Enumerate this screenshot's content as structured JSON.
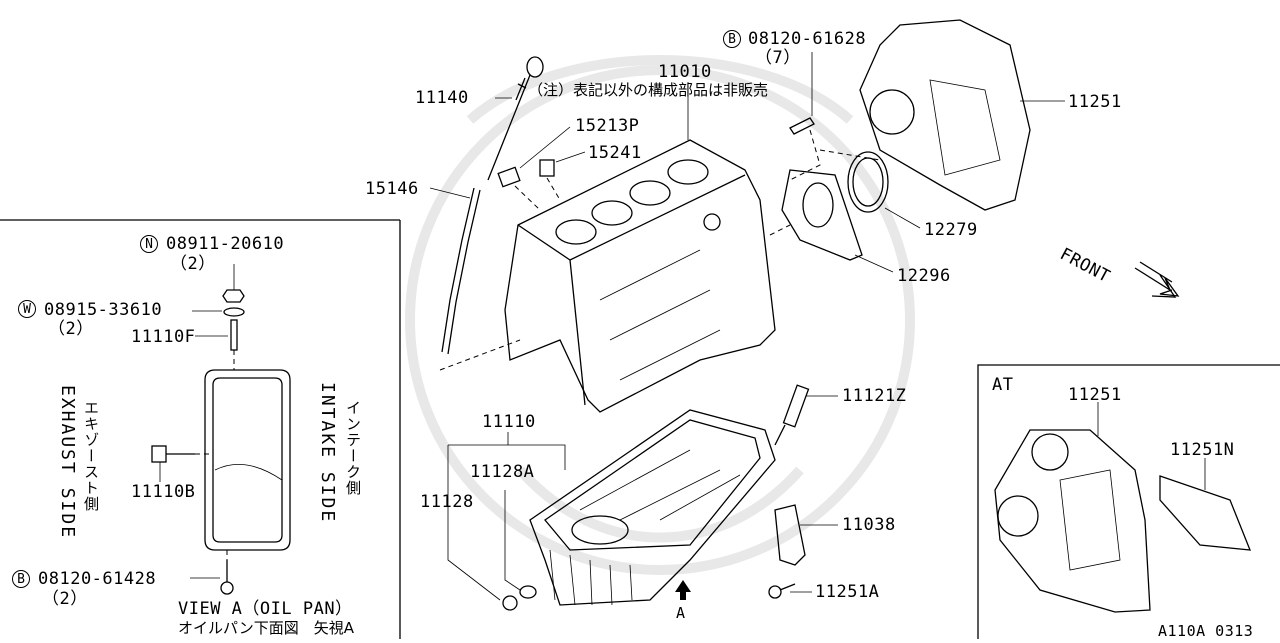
{
  "parts": {
    "p11010": "11010",
    "p11140": "11140",
    "note": "（注）表記以外の構成部品は非販売",
    "p15213p": "15213P",
    "p15241": "15241",
    "p15146": "15146",
    "bolt_b_top": "08120-61628",
    "bolt_b_top_qty": "（7）",
    "p11251_top": "11251",
    "p12279": "12279",
    "p12296": "12296",
    "front": "FRONT",
    "p11121z": "11121Z",
    "p11110": "11110",
    "p11128a": "11128A",
    "p11128": "11128",
    "p11038": "11038",
    "p11251a": "11251A",
    "arrow_a": "A"
  },
  "view_a": {
    "nut_n": "08911-20610",
    "nut_n_qty": "（2）",
    "washer_w": "08915-33610",
    "washer_w_qty": "（2）",
    "stud": "11110F",
    "bolt_side": "11110B",
    "bolt_b": "08120-61428",
    "bolt_b_qty": "（2）",
    "exhaust_side": "EXHAUST SIDE",
    "exhaust_side_jp": "エキゾースト側",
    "intake_side": "INTAKE SIDE",
    "intake_side_jp": "インテーク側",
    "title": "VIEW A（OIL PAN）",
    "title_jp": "オイルパン下面図　矢視A"
  },
  "at_box": {
    "label": "AT",
    "p11251": "11251",
    "p11251n": "11251N"
  },
  "circle_letters": {
    "b": "B",
    "n": "N",
    "w": "W"
  },
  "figure_code": "A110A 0313"
}
